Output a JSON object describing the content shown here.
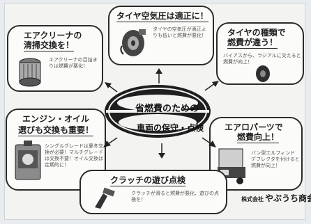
{
  "boxes": {
    "tire_pressure": {
      "title": "タイヤ空気圧は適正に！",
      "text": "タイヤの空気圧が適正よりも低いと燃費が悪化！"
    },
    "tire_type": {
      "title_line1": "タイヤの種類で",
      "title_line2": "燃費が違う！",
      "text": "バイアスから、ラジアルに交えると燃費が向上！"
    },
    "air_cleaner": {
      "title_line1": "エアクリーナの",
      "title_line2": "清掃交換を！",
      "text": "エアクリーナの目詰まりは燃費が悪化！"
    },
    "engine_oil": {
      "title": "エンジン・オイル",
      "subtitle": "選びも交換も重要！",
      "text": "シングルグレードは夏冬交換が必要！マルチグレードは交換不要！オイル交換は定期的に！"
    },
    "aero_parts": {
      "title_line1": "エアロパーツで",
      "title_line2": "燃費向上！",
      "text": "バン型エルフィンドデフレクタを付けると燃費が向上！"
    },
    "clutch": {
      "title": "クラッチの遊び点検",
      "text": "クラッチが滑ると燃費が悪化、遊びの点検を！"
    }
  },
  "center": {
    "line1": "省燃費のための",
    "line2": "車両の保守・点検"
  },
  "company": {
    "prefix": "株式会社",
    "name": "やぶうち商会"
  },
  "colors": {
    "ink": "#1e1e1e",
    "paper": "#f3f4f2",
    "box_bg": "#fbfbfa"
  }
}
